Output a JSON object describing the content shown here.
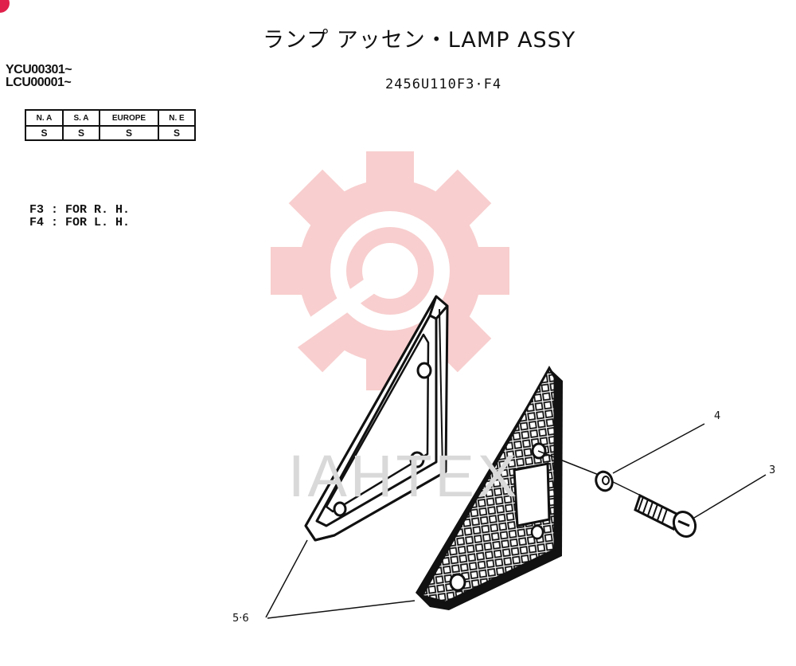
{
  "header": {
    "title": "ランプ アッセン・LAMP ASSY",
    "part_number": "2456U110F3·F4"
  },
  "serials": [
    "YCU00301~",
    "LCU00001~"
  ],
  "regions": {
    "headers": [
      "N. A",
      "S. A",
      "EUROPE",
      "N. E"
    ],
    "codes": [
      "S",
      "S",
      "S",
      "S"
    ]
  },
  "notes": [
    "F3 : FOR R. H.",
    "F4 : FOR L. H."
  ],
  "callouts": {
    "washer": "4",
    "bolt": "3",
    "reflector": "5·6"
  },
  "watermark": {
    "text": "IAHTEX",
    "color": "#f3a7a7"
  },
  "colors": {
    "ink": "#111111",
    "corner_badge": "#e0204a"
  }
}
